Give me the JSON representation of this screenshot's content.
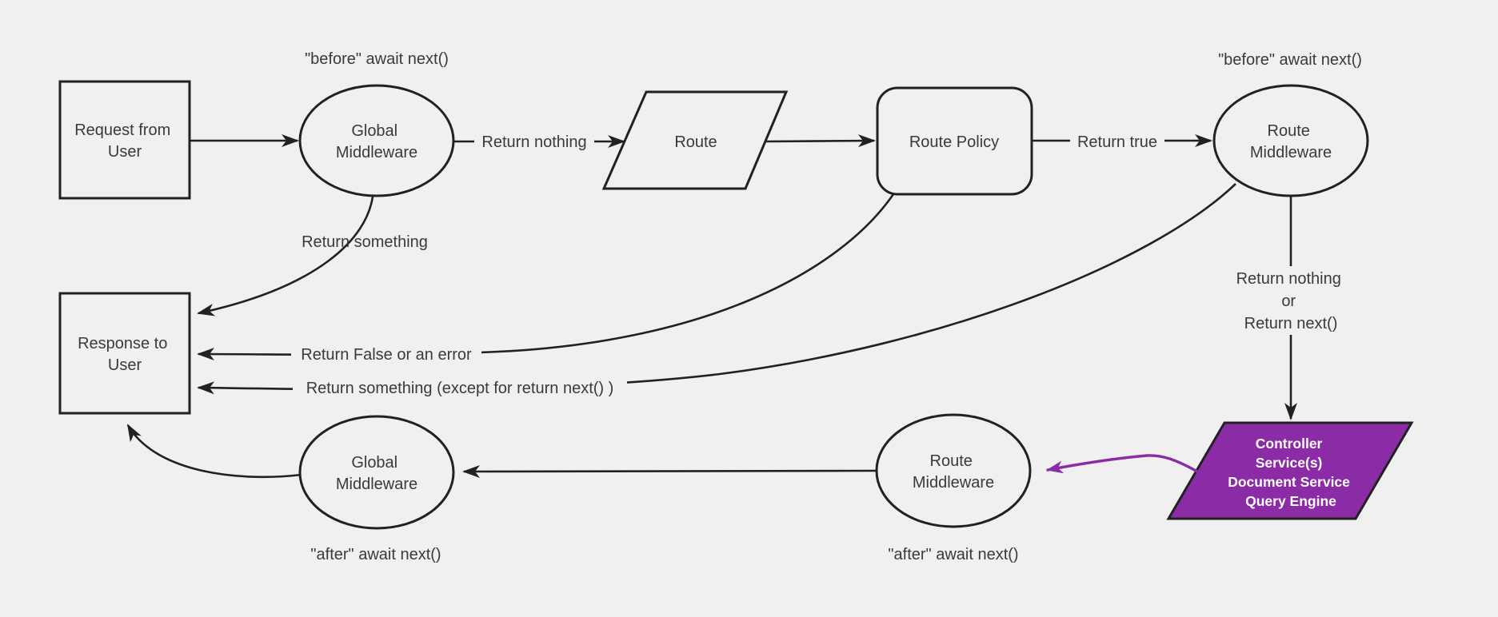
{
  "colors": {
    "background": "#f0f0f0",
    "line": "#212121",
    "text": "#3a3a3a",
    "purple": "#8b2ba6",
    "white": "#ffffff"
  },
  "nodes": {
    "request": {
      "lines": [
        "Request from",
        "User"
      ]
    },
    "global_middleware_top": {
      "lines": [
        "Global",
        "Middleware"
      ]
    },
    "route": {
      "label": "Route"
    },
    "route_policy": {
      "label": "Route Policy"
    },
    "route_middleware_top": {
      "lines": [
        "Route",
        "Middleware"
      ]
    },
    "controller": {
      "lines": [
        "Controller",
        "Service(s)",
        "Document Service",
        "Query Engine"
      ]
    },
    "route_middleware_bottom": {
      "lines": [
        "Route",
        "Middleware"
      ]
    },
    "global_middleware_bottom": {
      "lines": [
        "Global",
        "Middleware"
      ]
    },
    "response": {
      "lines": [
        "Response to",
        "User"
      ]
    }
  },
  "edge_labels": {
    "before_await_top_left": "\"before\" await next()",
    "before_await_top_right": "\"before\" await next()",
    "after_await_bottom_left": "\"after\" await next()",
    "after_await_bottom_right": "\"after\" await next()",
    "return_nothing": "Return nothing",
    "return_true": "Return true",
    "return_something": "Return something",
    "return_false_or_error": "Return False or an error",
    "return_something_except": "Return something (except for return next() )",
    "return_nothing_or_next": {
      "lines": [
        "Return nothing",
        "or",
        "Return next()"
      ]
    }
  }
}
